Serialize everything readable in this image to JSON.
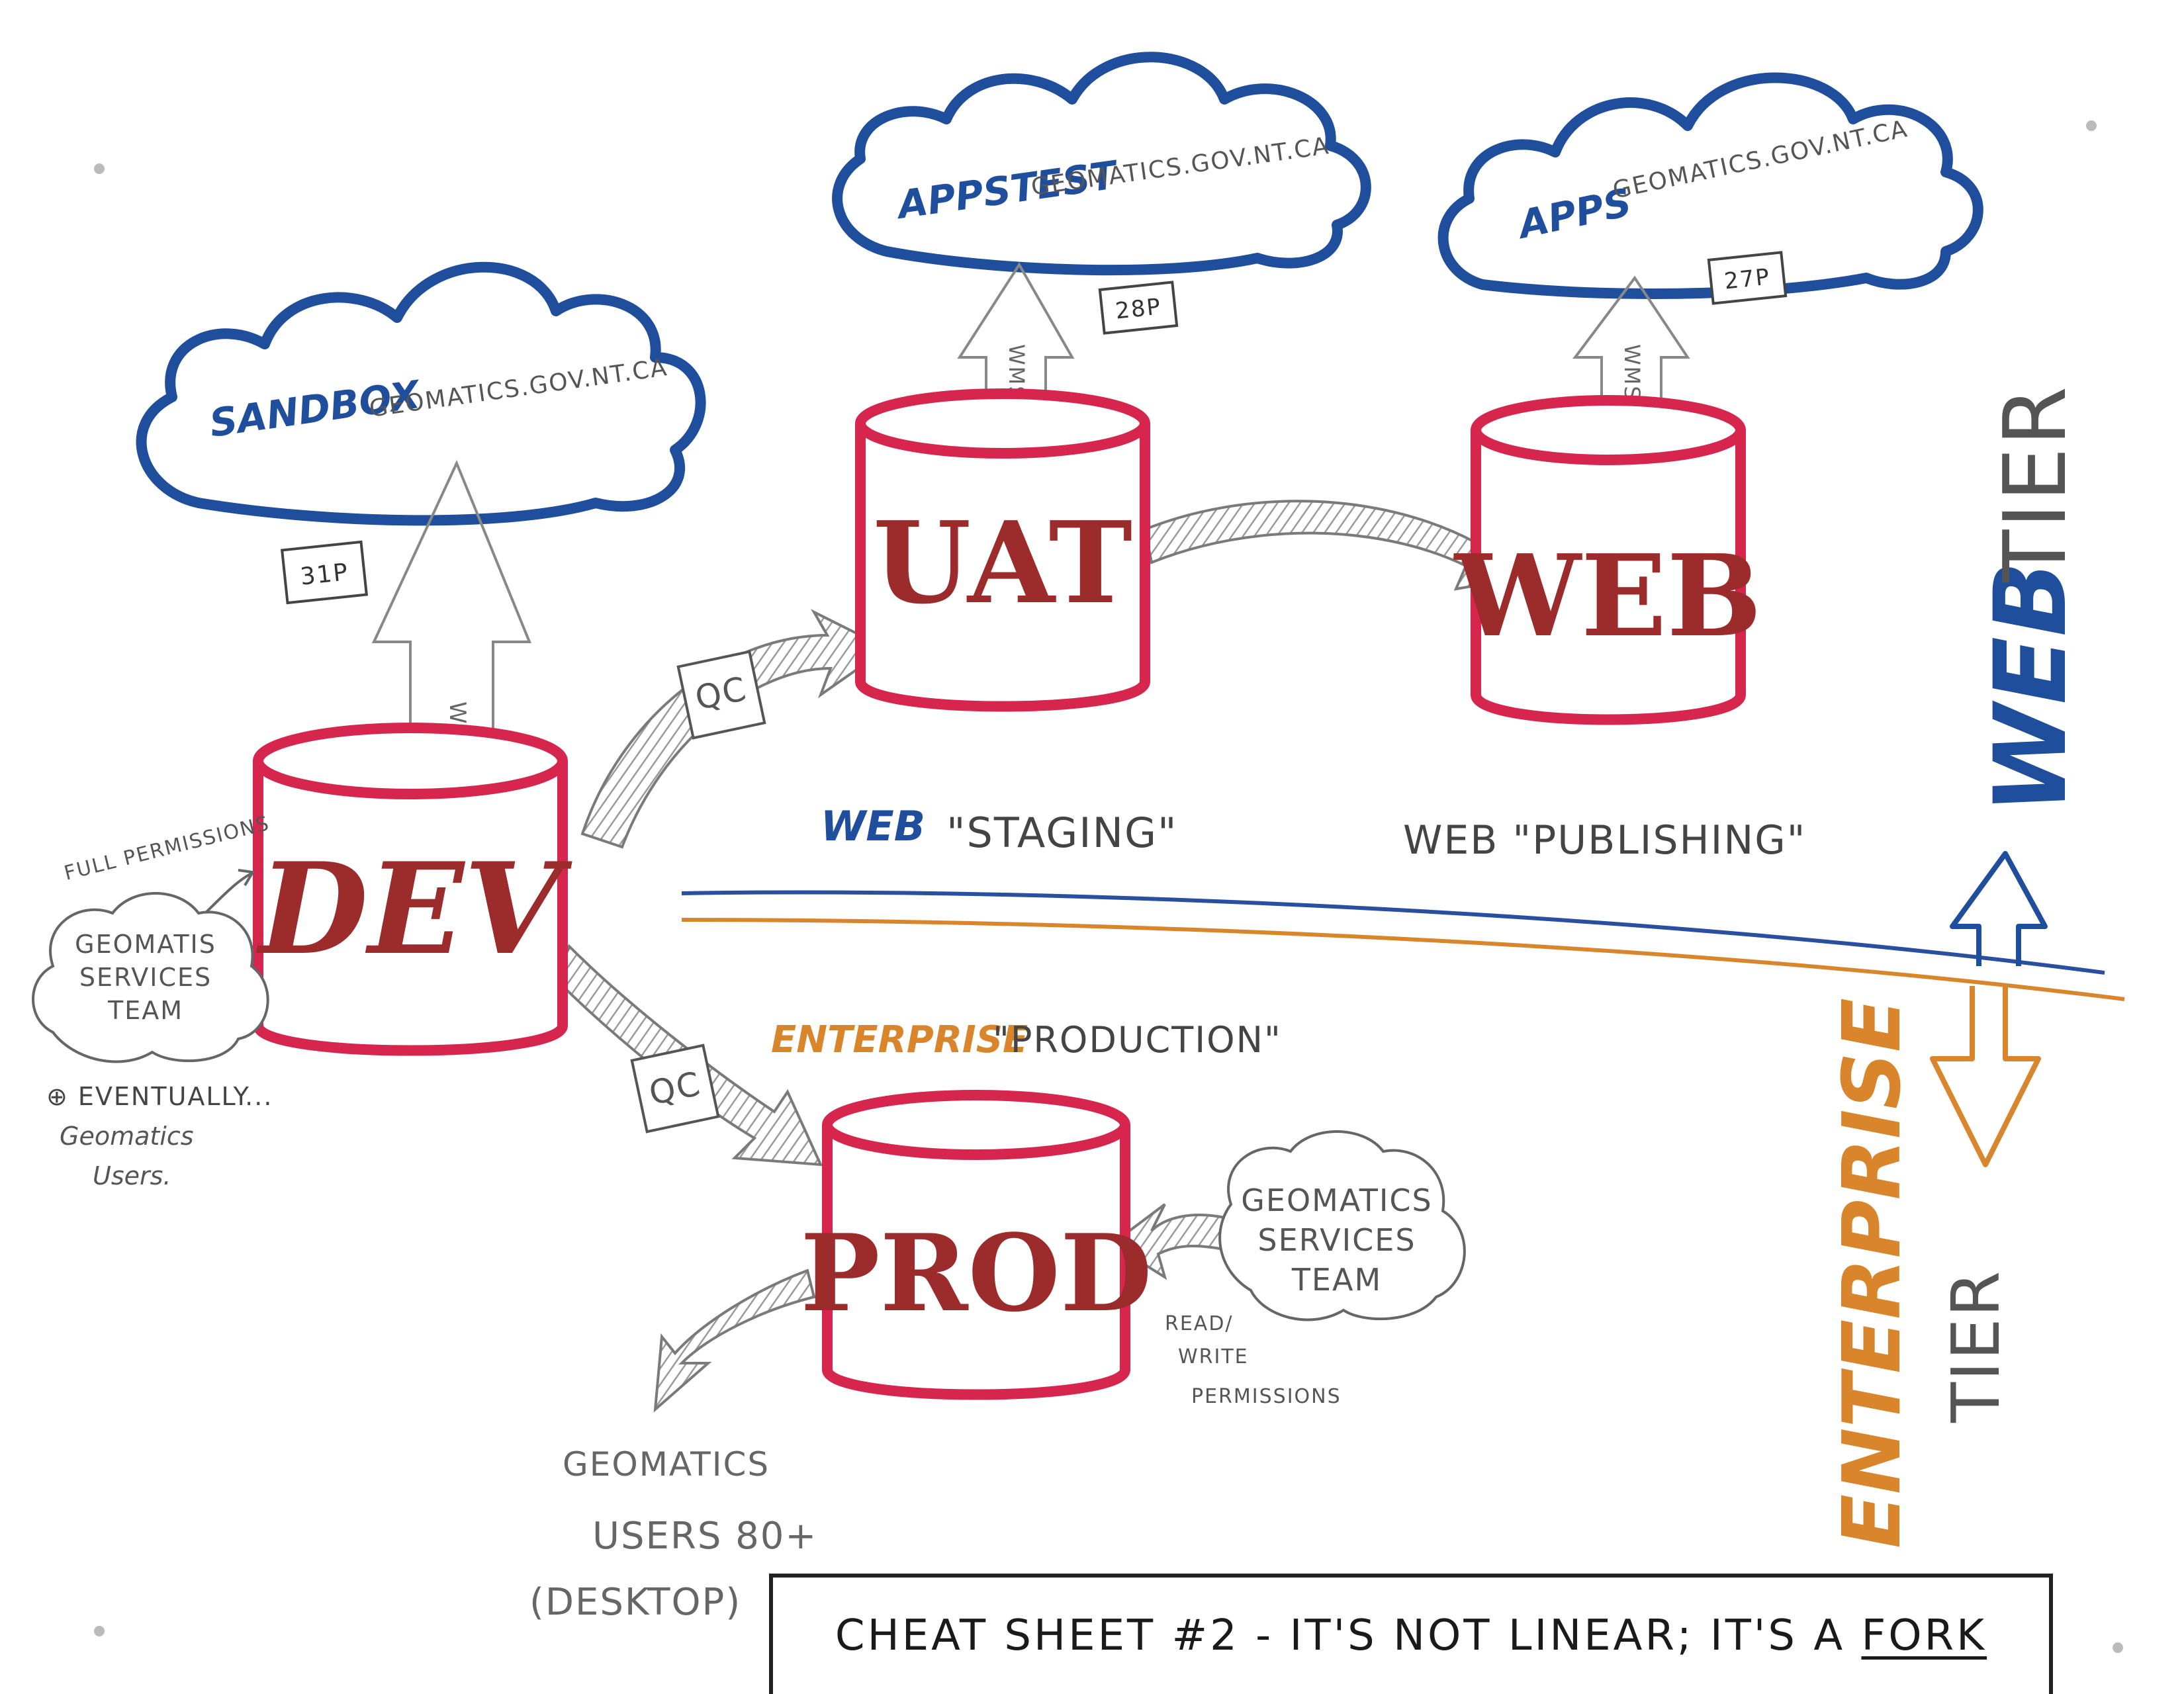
{
  "clouds": {
    "sandbox": {
      "name": "SANDBOX",
      "host": "GEOMATICS.GOV.NT.CA"
    },
    "appstest": {
      "name": "APPSTEST",
      "host": "GEOMATICS.GOV.NT.CA"
    },
    "apps": {
      "name": "APPS",
      "host": "GEOMATICS.GOV.NT.CA"
    }
  },
  "badges": {
    "sandbox": "31P",
    "appstest": "28P",
    "apps": "27P"
  },
  "arrow_labels": {
    "wms": "WMS",
    "qc": "QC"
  },
  "databases": {
    "dev": "DEV",
    "uat": "UAT",
    "web": "WEB",
    "prod": "PROD"
  },
  "stages": {
    "staging_prefix": "WEB",
    "staging": "\"STAGING\"",
    "publishing": "WEB \"PUBLISHING\"",
    "enterprise_prefix": "ENTERPRISE",
    "production": "\"PRODUCTION\""
  },
  "tiers": {
    "web_word": "WEB",
    "web_tier": "TIER",
    "enterprise_word": "ENTERPRISE",
    "enterprise_tier": "TIER"
  },
  "dev_side": {
    "full_permissions": "FULL PERMISSIONS",
    "team": [
      "GEOMATIS",
      "SERVICES",
      "TEAM"
    ],
    "eventually": "⊕ EVENTUALLY...",
    "users": [
      "Geomatics",
      "Users."
    ]
  },
  "prod_side": {
    "team": [
      "GEOMATICS",
      "SERVICES",
      "TEAM"
    ],
    "permissions": [
      "READ/",
      "WRITE",
      "PERMISSIONS"
    ],
    "users": [
      "GEOMATICS",
      "USERS 80+",
      "(DESKTOP)"
    ]
  },
  "banner": {
    "prefix": "CHEAT SHEET #2 - IT'S NOT LINEAR; IT'S A",
    "emphasis": "FORK"
  },
  "colors": {
    "cloud": "#1f4e9c",
    "db": "#d6264e",
    "db_text": "#9c2b2b",
    "orange": "#d9852b",
    "pencil": "#777777",
    "blue_line": "#2b4fa0"
  }
}
